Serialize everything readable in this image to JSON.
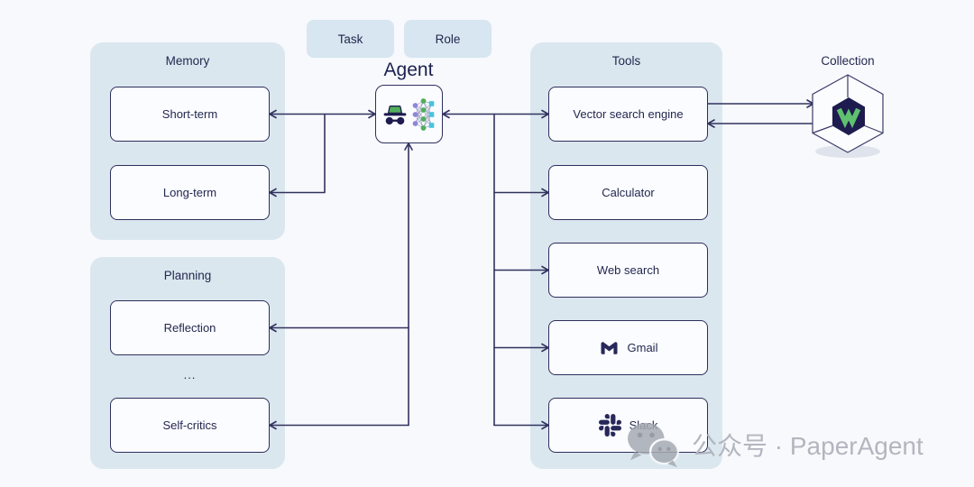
{
  "top": {
    "task_label": "Task",
    "role_label": "Role"
  },
  "agent": {
    "label": "Agent"
  },
  "memory": {
    "title": "Memory",
    "items": [
      {
        "label": "Short-term"
      },
      {
        "label": "Long-term"
      }
    ]
  },
  "planning": {
    "title": "Planning",
    "ellipsis": "...",
    "items": [
      {
        "label": "Reflection"
      },
      {
        "label": "Self-critics"
      }
    ]
  },
  "tools": {
    "title": "Tools",
    "items": [
      {
        "label": "Vector search engine"
      },
      {
        "label": "Calculator"
      },
      {
        "label": "Web search"
      },
      {
        "label": "Gmail",
        "icon": "gmail-icon"
      },
      {
        "label": "Slack",
        "icon": "slack-icon"
      }
    ]
  },
  "collection": {
    "title": "Collection",
    "logo": "weaviate-logo"
  },
  "watermark": {
    "text": "公众号 · PaperAgent",
    "icon": "wechat-icon"
  },
  "colors": {
    "page_bg": "#f7f9fc",
    "panel_bg": "#dbe7ef",
    "node_bg": "#fbfcff",
    "line": "#31325f",
    "text": "#23284f",
    "brand_green": "#4fae5c",
    "brand_navy": "#1e1b4f",
    "nn_purple": "#8f86d8",
    "nn_cyan": "#49c3dc",
    "watermark_gray": "#b3b6bf"
  }
}
